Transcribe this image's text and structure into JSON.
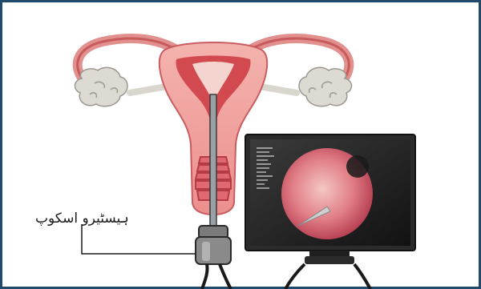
{
  "diagram": {
    "label": "ہیسٹیرو اسکوپ",
    "colors": {
      "border": "#1f4a6b",
      "uterus_outer": "#f2a9a5",
      "uterus_inner": "#d24a4f",
      "ovary": "#dcdad2",
      "scope_handle": "#8a8a8a",
      "monitor_frame": "#2b2b2b"
    },
    "icons": [
      "uterus-illustration",
      "ovary-left",
      "ovary-right",
      "hysteroscope-device",
      "monitor-display"
    ]
  }
}
